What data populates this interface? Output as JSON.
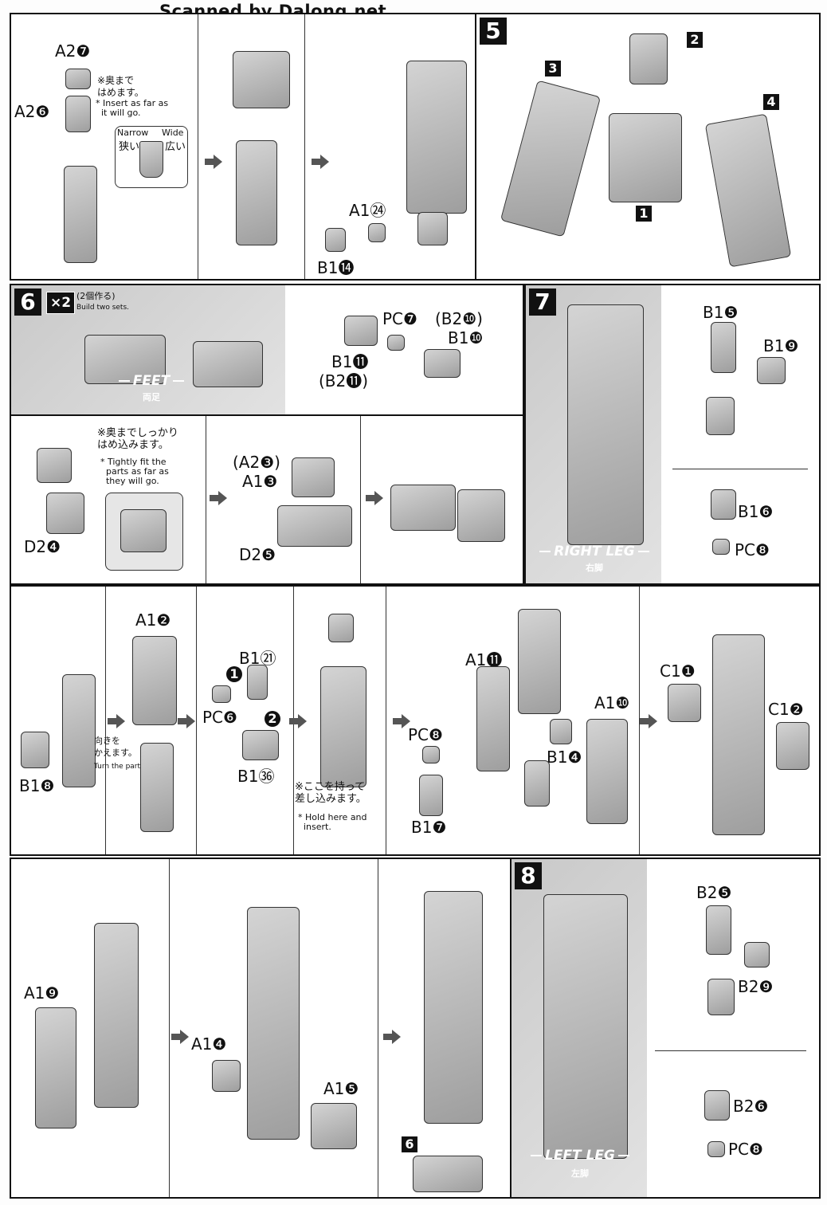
{
  "watermark": "Scanned by Dalong.net",
  "steps": {
    "s5": "5",
    "s6": "6",
    "s7": "7",
    "s8": "8"
  },
  "step5": {
    "box1": "1",
    "box2": "2",
    "box3": "3",
    "box4": "4"
  },
  "topleft": {
    "a27": "A2❼",
    "a26": "A2❻",
    "jp_insert": "※奥まで\nはめます。",
    "en_insert": "* Insert as far as\n  it will go.",
    "narrow": "Narrow",
    "wide": "Wide",
    "narrow_jp": "狭い",
    "wide_jp": "広い",
    "a124": "A1㉔",
    "b114": "B1⓮"
  },
  "step6": {
    "x2": "×2",
    "x2_jp": "(2個作る)",
    "x2_en": "Build two sets.",
    "feet": "FEET",
    "feet_jp": "両足",
    "pc7": "PC❼",
    "b210": "(B2❿)",
    "b110": "B1❿",
    "b111": "B1⓫",
    "b211": "(B2⓫)",
    "jp_tight": "※奥までしっかり\nはめ込みます。",
    "en_tight": "* Tightly fit the\n  parts as far as\n  they will go.",
    "d24": "D2❹",
    "a23": "(A2❸)",
    "a13": "A1❸",
    "d25": "D2❺"
  },
  "step7": {
    "b15": "B1❺",
    "b19": "B1❾",
    "b16": "B1❻",
    "pc8": "PC❽",
    "right_leg": "RIGHT LEG",
    "right_leg_jp": "右脚"
  },
  "row4": {
    "b18": "B1❽",
    "turn_jp": "向きを\nかえます。",
    "turn_en": "Turn the part.",
    "a12": "A1❷",
    "b121": "B1㉑",
    "pc6": "PC❻",
    "b136": "B1㊱",
    "hold_jp": "※ここを持って\n差し込みます。",
    "hold_en": "* Hold here and\n  insert.",
    "pc8": "PC❽",
    "b17": "B1❼",
    "a111": "A1⓫",
    "a110": "A1❿",
    "b14": "B1❹",
    "c11": "C1❶",
    "c12": "C1❷",
    "n1": "1",
    "n2": "2"
  },
  "row5": {
    "a19": "A1❾",
    "a14": "A1❹",
    "a15": "A1❺",
    "box6": "6"
  },
  "step8": {
    "b25": "B2❺",
    "b29": "B2❾",
    "b26": "B2❻",
    "pc8": "PC❽",
    "left_leg": "LEFT LEG",
    "left_leg_jp": "左脚"
  }
}
